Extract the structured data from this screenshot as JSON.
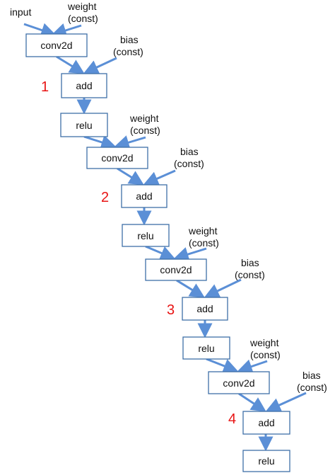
{
  "input_label": "input",
  "nodes": [
    {
      "id": "conv2d_1",
      "label": "conv2d"
    },
    {
      "id": "add_1",
      "label": "add"
    },
    {
      "id": "relu_1",
      "label": "relu"
    },
    {
      "id": "conv2d_2",
      "label": "conv2d"
    },
    {
      "id": "add_2",
      "label": "add"
    },
    {
      "id": "relu_2",
      "label": "relu"
    },
    {
      "id": "conv2d_3",
      "label": "conv2d"
    },
    {
      "id": "add_3",
      "label": "add"
    },
    {
      "id": "relu_3",
      "label": "relu"
    },
    {
      "id": "conv2d_4",
      "label": "conv2d"
    },
    {
      "id": "add_4",
      "label": "add"
    },
    {
      "id": "relu_4",
      "label": "relu"
    }
  ],
  "constants": [
    {
      "id": "weight_1",
      "line1": "weight",
      "line2": "(const)"
    },
    {
      "id": "bias_1",
      "line1": "bias",
      "line2": "(const)"
    },
    {
      "id": "weight_2",
      "line1": "weight",
      "line2": "(const)"
    },
    {
      "id": "bias_2",
      "line1": "bias",
      "line2": "(const)"
    },
    {
      "id": "weight_3",
      "line1": "weight",
      "line2": "(const)"
    },
    {
      "id": "bias_3",
      "line1": "bias",
      "line2": "(const)"
    },
    {
      "id": "weight_4",
      "line1": "weight",
      "line2": "(const)"
    },
    {
      "id": "bias_4",
      "line1": "bias",
      "line2": "(const)"
    }
  ],
  "step_numbers": [
    "1",
    "2",
    "3",
    "4"
  ],
  "colors": {
    "arrow": "#5b8fd6",
    "box_border": "#3e6fa8",
    "step_number": "#e81414"
  }
}
